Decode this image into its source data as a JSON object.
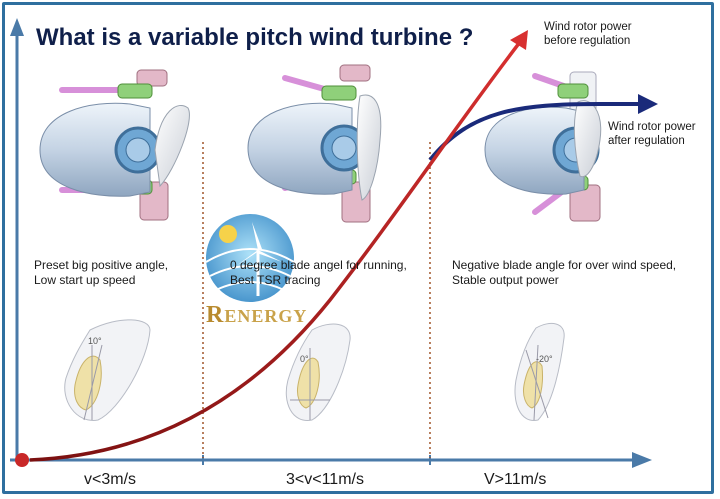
{
  "title": "What is a variable pitch wind turbine ?",
  "curve_labels": {
    "before_line1": "Wind rotor power",
    "before_line2": "before regulation",
    "after_line1": "Wind rotor power",
    "after_line2": "after regulation"
  },
  "stages": [
    {
      "desc_line1": "Preset big positive angle,",
      "desc_line2": "Low start up speed",
      "blade_angle_label": "10°",
      "speed_label": "v<3m/s"
    },
    {
      "desc_line1": "0 degree blade angel for running,",
      "desc_line2": "Best TSR tracing",
      "blade_angle_label": "0°",
      "speed_label": "3<v<11m/s"
    },
    {
      "desc_line1": "Negative blade angle for over wind speed,",
      "desc_line2": "Stable output power",
      "blade_angle_label": "-20°",
      "speed_label": "V>11m/s"
    }
  ],
  "logo": {
    "initial": "R",
    "rest": "ENERGY"
  },
  "colors": {
    "frame": "#2f6f9f",
    "axis": "#4a7aa8",
    "power_curve_before": "#b0242a",
    "power_curve_after": "#1a2a7a",
    "title": "#0f1f4a",
    "pitch_rod": "#d790d9",
    "pitch_link": "#8fd07a",
    "hub_body": "#cfdcea"
  }
}
